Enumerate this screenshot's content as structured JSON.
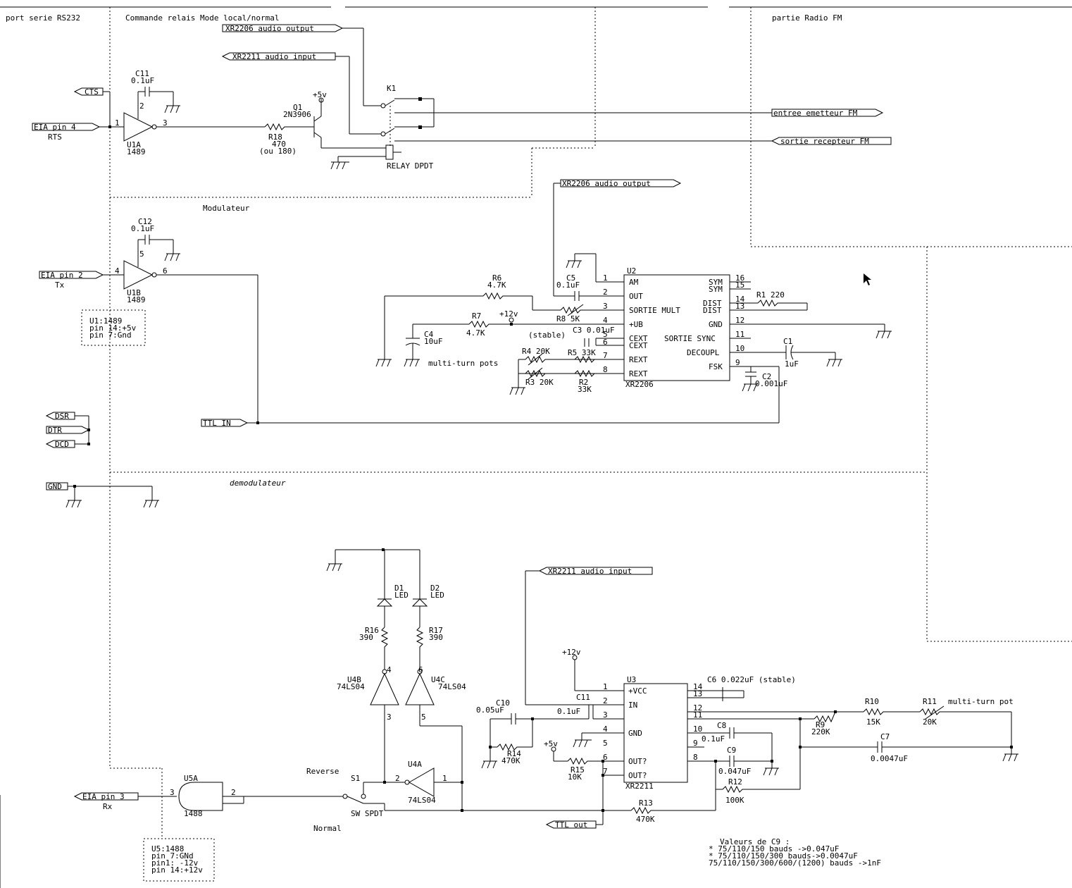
{
  "sections": {
    "rs232": "port serie RS232",
    "relay": "Commande relais Mode local/normal",
    "radio": "partie Radio FM",
    "modulator": "Modulateur",
    "demodulator": "demodulateur"
  },
  "ports": {
    "xr2206_out": "XR2206 audio output",
    "xr2211_in": "XR2211 audio input",
    "cts": "CTS",
    "eia4": "EIA pin 4",
    "eia2": "EIA pin 2",
    "eia3": "EIA pin 3",
    "tx_fm": "entree emetteur FM",
    "rx_fm": "sortie recepteur FM",
    "ttl_in": "TTL IN",
    "ttl_out": "TTL out",
    "dsr": "DSR",
    "dtr": "DTR",
    "dcd": "DCD",
    "gnd": "GND"
  },
  "relay_block": {
    "c11": "C11",
    "c11v": "0.1uF",
    "u1a": "U1A",
    "u1a_part": "1489",
    "rts": "RTS",
    "q1": "Q1",
    "q1_part": "2N3906",
    "plus5": "+5v",
    "r18": "R18",
    "r18v": "470",
    "r18alt": "(ou 180)",
    "k1": "K1",
    "relay": "RELAY DPDT"
  },
  "mod_block": {
    "c12": "C12",
    "c12v": "0.1uF",
    "u1b": "U1B",
    "u1b_part": "1489",
    "tx": "Tx",
    "note": [
      "U1:1489",
      "pin 14:+5v",
      "pin 7:Gnd"
    ],
    "u2": "U2",
    "u2_part": "XR2206",
    "r6": "R6",
    "r6v": "4.7K",
    "r7": "R7",
    "r7v": "4.7K",
    "c5": "C5",
    "c5v": "0.1uF",
    "r8": "R8 5K",
    "plus12": "+12v",
    "c4": "C4",
    "c4v": "10uF",
    "c3": "C3 0.01uF",
    "stable": "(stable)",
    "r4": "R4 20K",
    "r5": "R5 33K",
    "r3": "R3 20K",
    "r2": "R2",
    "r2v": "33K",
    "pots": "multi-turn pots",
    "r1": "R1",
    "r1v": "220",
    "c1": "C1",
    "c1v": "1uF",
    "c2": "C2",
    "c2v": "0.001uF",
    "pins_left": [
      "AM",
      "OUT",
      "SORTIE MULT",
      "+UB",
      "CEXT",
      "CEXT",
      "REXT",
      "REXT"
    ],
    "pins_right": [
      "SYM",
      "SYM",
      "DIST",
      "DIST",
      "GND",
      "SORTIE SYNC",
      "DECOUPL",
      "FSK"
    ]
  },
  "demod_block": {
    "d1": "D1",
    "d2": "D2",
    "led": "LED",
    "r16": "R16",
    "r16v": "390",
    "r17": "R17",
    "r17v": "390",
    "u4b": "U4B",
    "u4c": "U4C",
    "u4a": "U4A",
    "ls04": "74LS04",
    "s1": "S1",
    "reverse": "Reverse",
    "normal": "Normal",
    "spdt": "SW SPDT",
    "u5a": "U5A",
    "u5a_part": "1488",
    "rx": "Rx",
    "note": [
      "U5:1488",
      "pin 7:GNd",
      "pin1: -12v",
      "pin 14:+12v"
    ],
    "u3": "U3",
    "u3_part": "XR2211",
    "plus12": "+12v",
    "plus5": "+5v",
    "c10": "C10",
    "c10v": "0.05uF",
    "c11": "C11",
    "c11v": "0.1uF",
    "r14": "R14",
    "r14v": "470K",
    "r15": "R15",
    "r15v": "10K",
    "c6": "C6 0.022uF (stable)",
    "c8": "C8",
    "c8v": "0.1uF",
    "c9": "C9",
    "c9v": "0.047uF",
    "r9": "R9",
    "r9v": "220K",
    "r10": "R10",
    "r10v": "15K",
    "r11": "R11",
    "r11v": "20K",
    "pot": "multi-turn pot",
    "c7": "C7",
    "c7v": "0.0047uF",
    "r12": "R12",
    "r12v": "100K",
    "r13": "R13",
    "r13v": "470K",
    "pins_left": [
      "+VCC",
      "IN",
      "GND",
      "OUT?",
      "OUT?"
    ],
    "c9_notes": [
      "Valeurs de C9 :",
      "* 75/110/150 bauds ->0.047uF",
      "* 75/110/150/300 bauds->0.0047uF",
      "  75/110/150/300/600/(1200) bauds ->1nF"
    ]
  },
  "pin_numbers": {
    "u1a": [
      "1",
      "2",
      "3"
    ],
    "u1b": [
      "4",
      "5",
      "6"
    ],
    "u2_left": [
      "1",
      "2",
      "3",
      "4",
      "5",
      "6",
      "7",
      "8"
    ],
    "u2_right": [
      "16",
      "15",
      "14",
      "13",
      "12",
      "11",
      "10",
      "9"
    ],
    "u3_left": [
      "1",
      "2",
      "3",
      "4",
      "5",
      "6",
      "7"
    ],
    "u3_right": [
      "14",
      "13",
      "12",
      "11",
      "10",
      "9",
      "8"
    ],
    "u4b": [
      "4",
      "3"
    ],
    "u4c": [
      "6",
      "5"
    ],
    "u4a": [
      "2",
      "1"
    ],
    "u5a": [
      "3",
      "2"
    ]
  }
}
